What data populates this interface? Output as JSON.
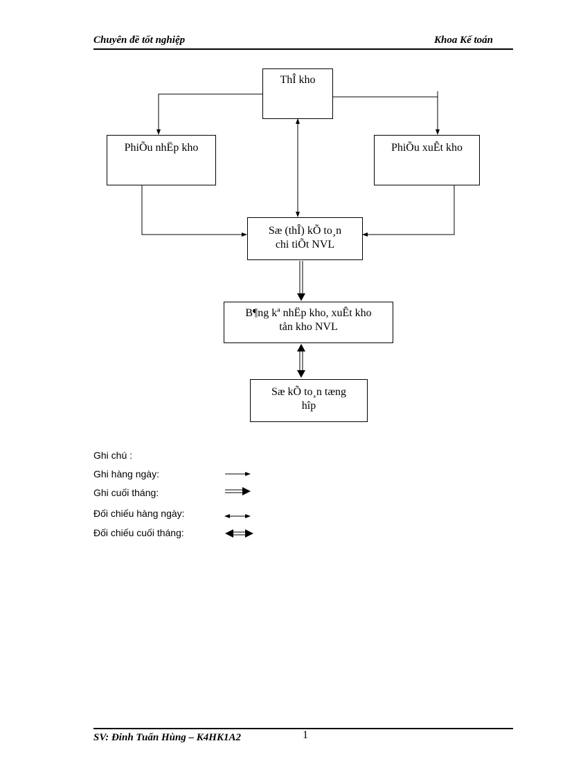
{
  "header": {
    "left": "Chuyên  đề tốt nghiệp",
    "right": "Khoa  Kế toán"
  },
  "diagram": {
    "the_kho": "ThÎ kho",
    "phieu_nhap": "PhiÕu nhËp kho",
    "phieu_xuat": "PhiÕu xuÊt kho",
    "so_chi_tiet_line1": "Sæ (thÎ) kÕ to¸n",
    "so_chi_tiet_line2": "chi tiÕt NVL",
    "bang_ke_line1": "B¶ng kª nhËp kho, xuÊt kho",
    "bang_ke_line2": "tån kho NVL",
    "so_tong_hop_line1": "Sæ kÕ to¸n tæng",
    "so_tong_hop_line2": "hîp"
  },
  "legend": {
    "title": "Ghi chú :",
    "items": [
      {
        "label": "Ghi hàng ngày:"
      },
      {
        "label": "Ghi cuối tháng:"
      },
      {
        "label": "Đối chiếu hàng ngày:"
      },
      {
        "label": "Đối chiếu cuối tháng:"
      }
    ]
  },
  "footer": {
    "author": "SV:  Đinh  Tuấn  Hùng  –  K4HK1A2",
    "page_number": "1"
  }
}
